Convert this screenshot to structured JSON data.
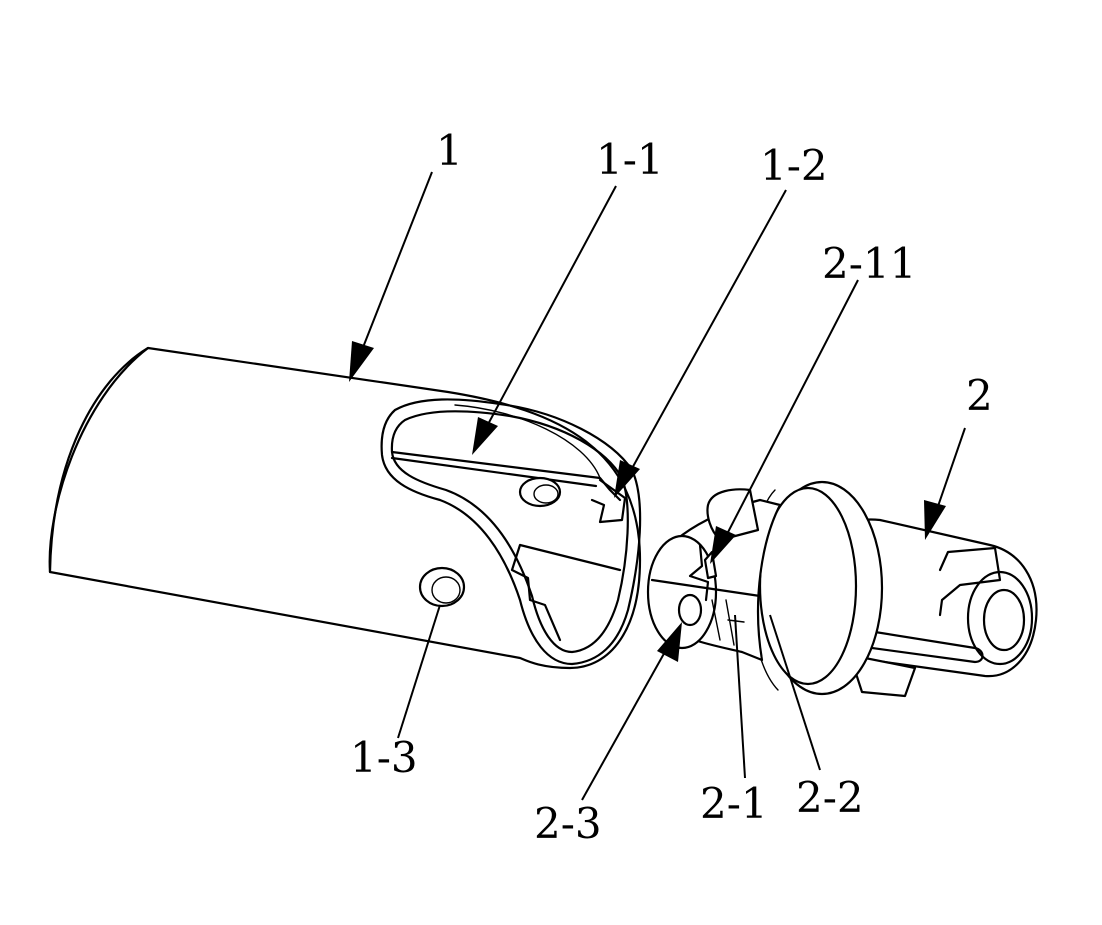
{
  "figure": {
    "labels": {
      "part_1": "1",
      "part_1_1": "1-1",
      "part_1_2": "1-2",
      "part_1_3": "1-3",
      "part_2": "2",
      "part_2_11": "2-11",
      "part_2_1": "2-1",
      "part_2_2": "2-2",
      "part_2_3": "2-3"
    },
    "colors": {
      "line": "#000000",
      "background": "#ffffff"
    }
  }
}
